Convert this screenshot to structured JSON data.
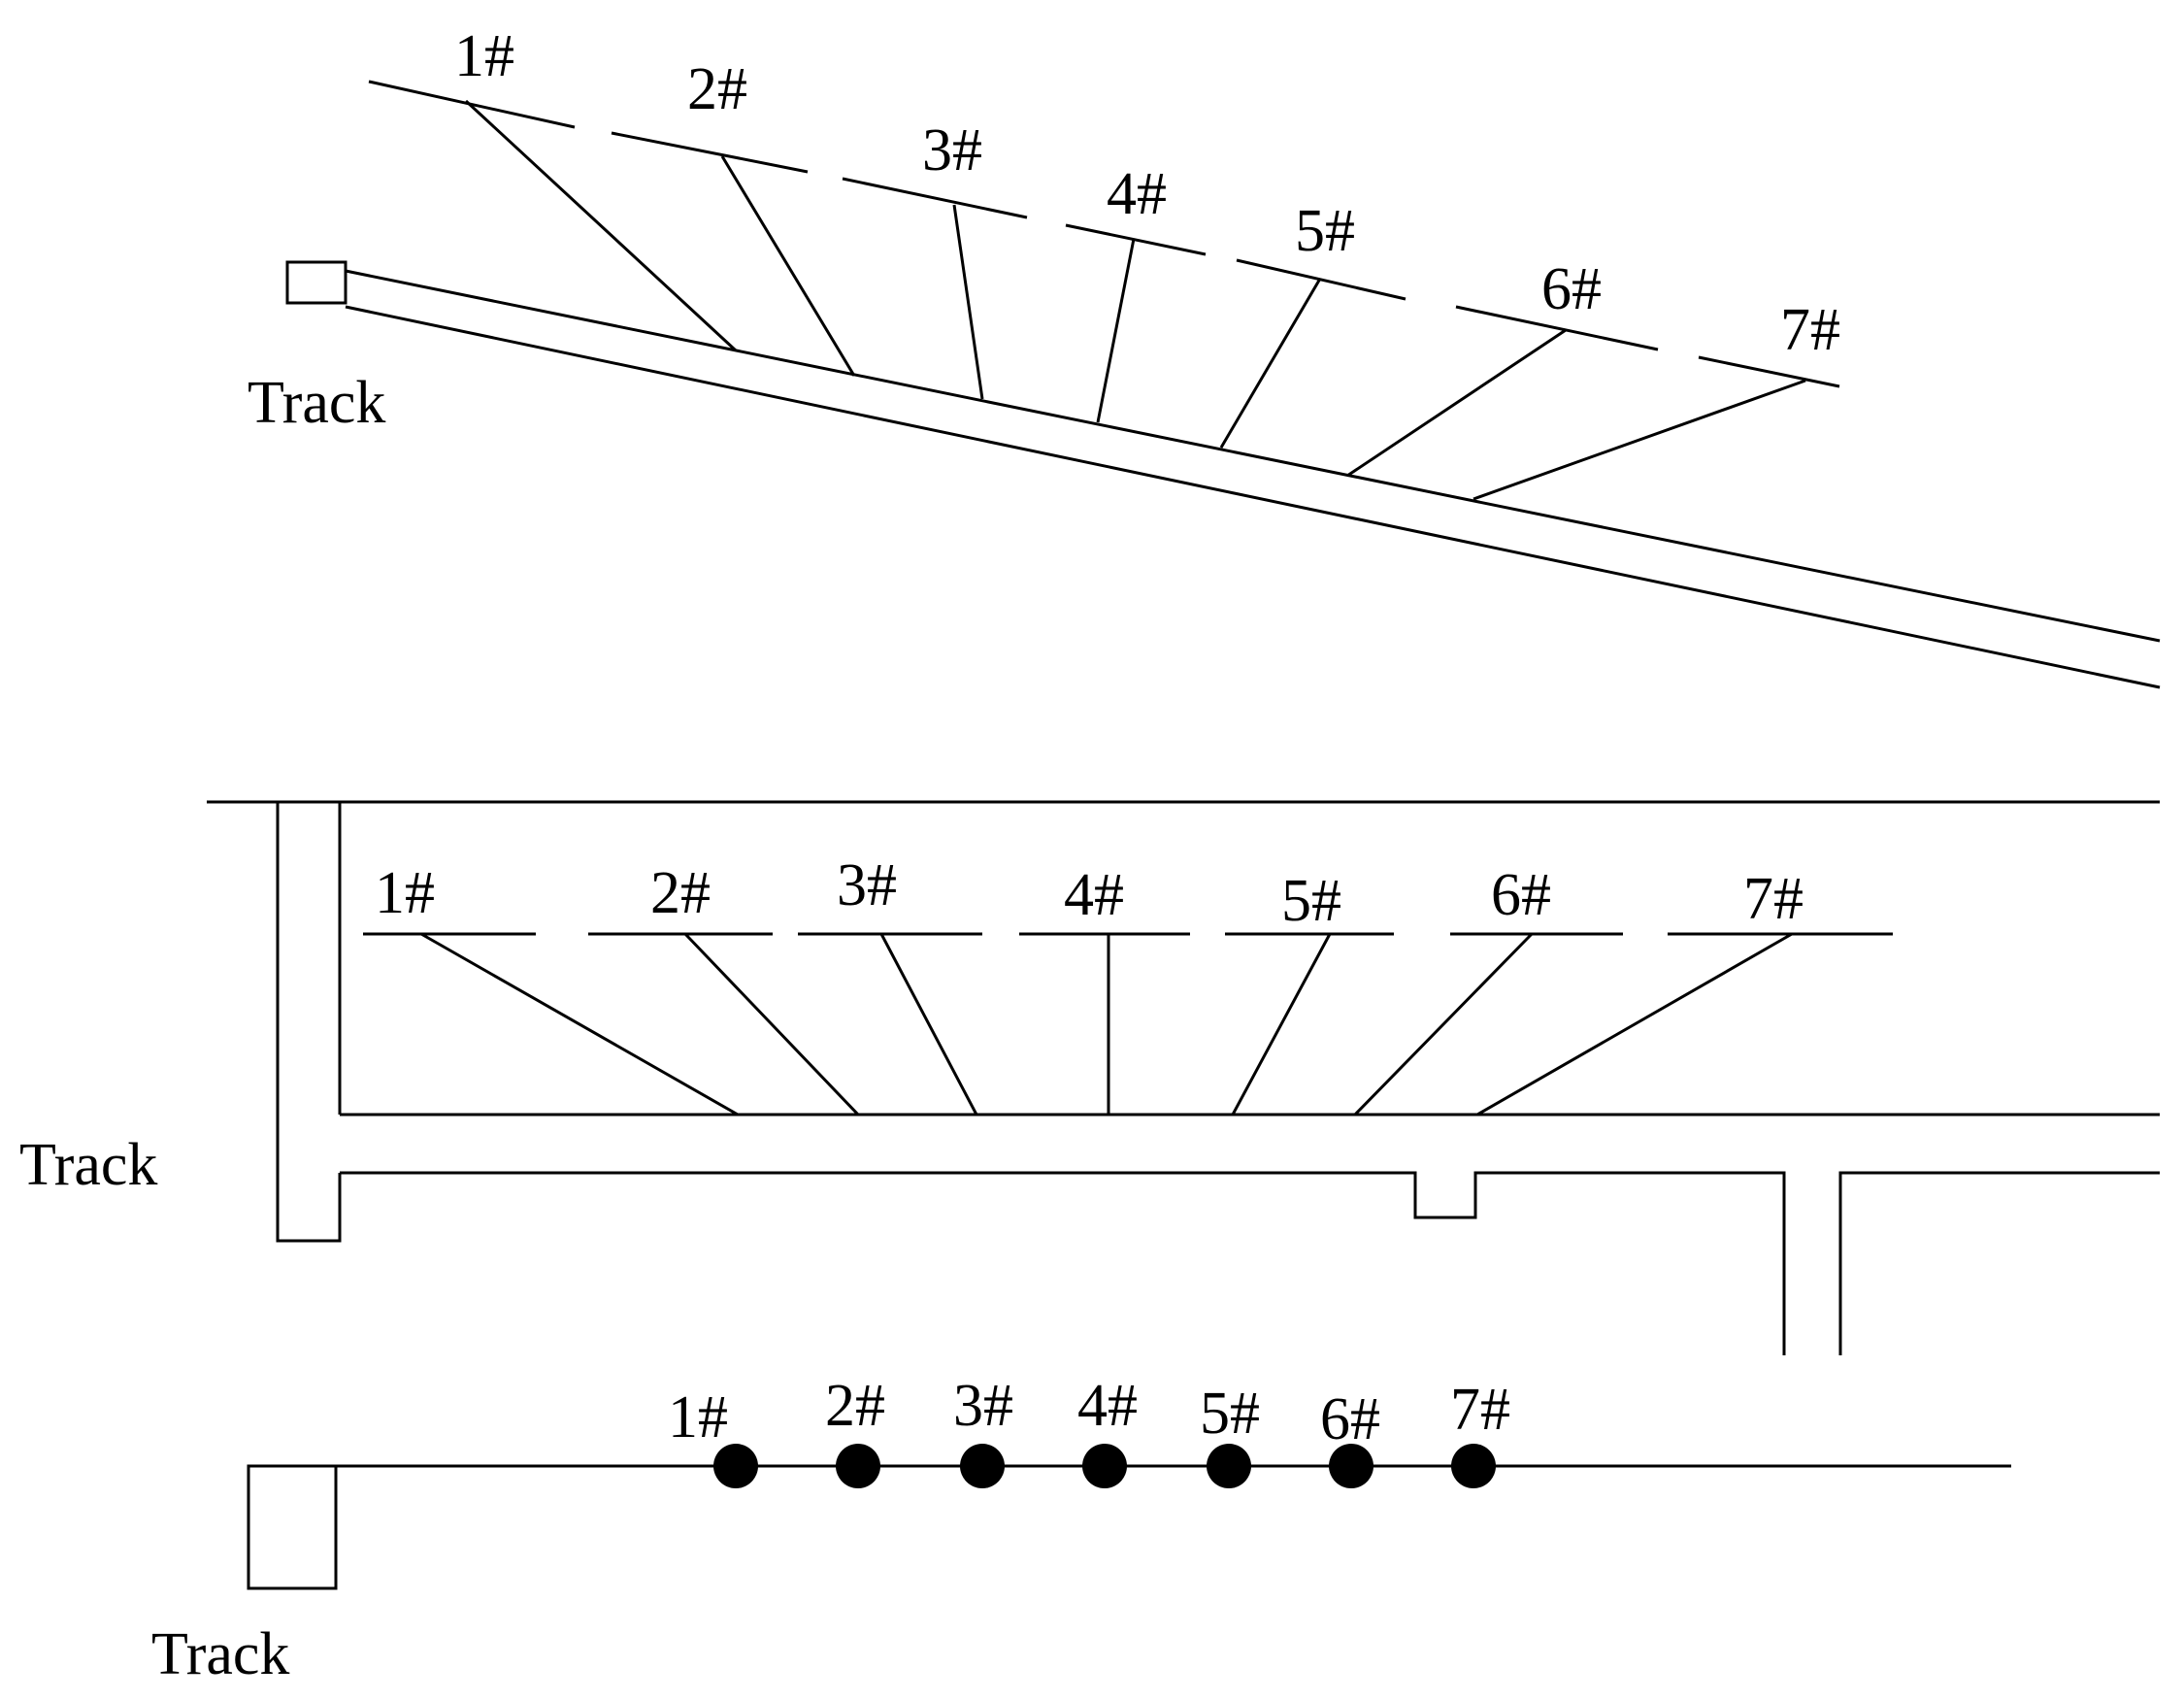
{
  "colors": {
    "line": "#000000",
    "background": "#ffffff"
  },
  "views": [
    {
      "id": "inclined",
      "track_label": "Track",
      "points": [
        "1#",
        "2#",
        "3#",
        "4#",
        "5#",
        "6#",
        "7#"
      ]
    },
    {
      "id": "horizontal",
      "track_label": "Track",
      "points": [
        "1#",
        "2#",
        "3#",
        "4#",
        "5#",
        "6#",
        "7#"
      ]
    },
    {
      "id": "section",
      "track_label": "Track",
      "points": [
        "1#",
        "2#",
        "3#",
        "4#",
        "5#",
        "6#",
        "7#"
      ]
    }
  ]
}
